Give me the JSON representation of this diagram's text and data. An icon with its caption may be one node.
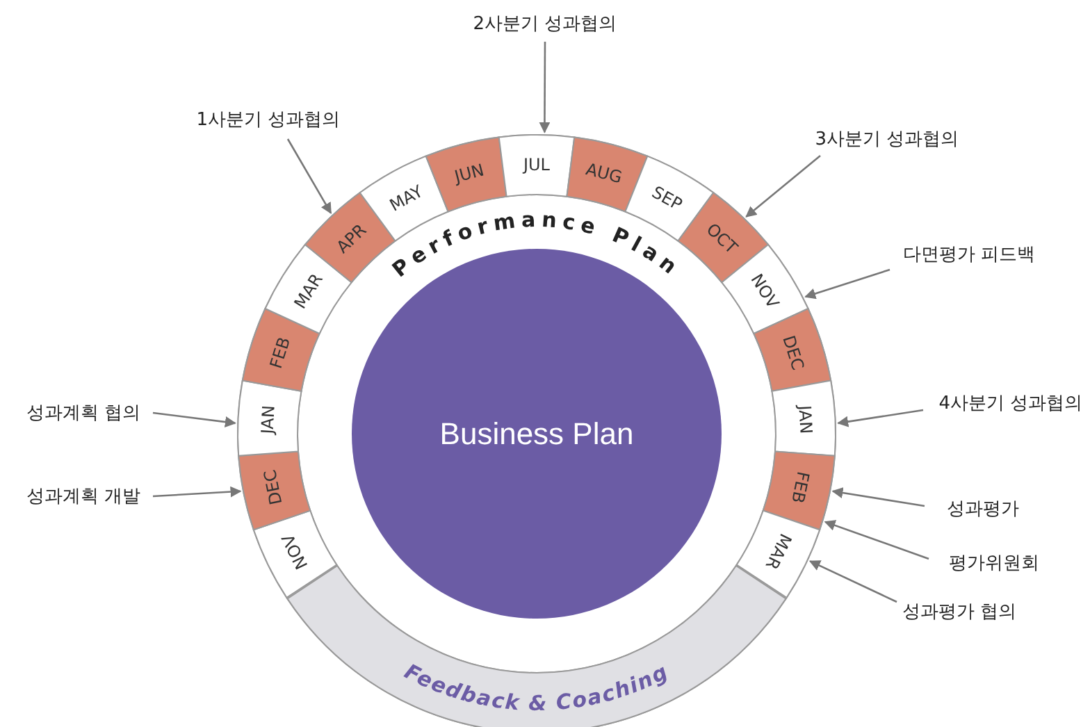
{
  "diagram": {
    "nodes": [
      {
        "text": [
          "NOV"
        ]
      },
      {
        "text": [
          "DEC"
        ]
      },
      {
        "text": [
          "JAN"
        ]
      },
      {
        "text": [
          "FEB"
        ]
      },
      {
        "text": [
          "MAR"
        ]
      },
      {
        "text": [
          "APR"
        ]
      },
      {
        "text": [
          "MAY"
        ]
      },
      {
        "text": [
          "JUN"
        ]
      },
      {
        "text": [
          "JUL"
        ]
      },
      {
        "text": [
          "AUG"
        ]
      },
      {
        "text": [
          "SEP"
        ]
      },
      {
        "text": [
          "OCT"
        ]
      },
      {
        "text": [
          "NOV"
        ]
      },
      {
        "text": [
          "DEC"
        ]
      },
      {
        "text": [
          "JAN"
        ]
      },
      {
        "text": [
          "FEB"
        ]
      },
      {
        "text": [
          "MAR"
        ]
      },
      {
        "text": [
          "Business Plan"
        ]
      },
      {
        "text": [
          "Feedback & Coaching"
        ]
      },
      {
        "text": [
          "2사분기 성과협의"
        ]
      },
      {
        "text": [
          "1사분기 성과협의"
        ]
      },
      {
        "text": [
          "3사분기 성과협의"
        ]
      },
      {
        "text": [
          "다면평가 피드백"
        ]
      },
      {
        "text": [
          "4사분기 성과협의"
        ]
      },
      {
        "text": [
          "성과계획 협의"
        ]
      },
      {
        "text": [
          "성과계획 개발"
        ]
      },
      {
        "text": [
          "성과평가"
        ]
      },
      {
        "text": [
          "평가위원회"
        ]
      },
      {
        "text": [
          "성과평가 협의"
        ]
      }
    ],
    "edges": [
      {
        "from": 19,
        "to": 8,
        "arrow": "to"
      },
      {
        "from": 20,
        "to": 5,
        "arrow": "to"
      },
      {
        "from": 21,
        "to": 11,
        "arrow": "to"
      },
      {
        "from": 22,
        "to": 12,
        "arrow": "to"
      },
      {
        "from": 23,
        "to": 14,
        "arrow": "to"
      },
      {
        "from": 24,
        "to": 2,
        "arrow": "to"
      },
      {
        "from": 25,
        "to": 1,
        "arrow": "to"
      },
      {
        "from": 26,
        "to": 15,
        "arrow": "to"
      },
      {
        "from": 27,
        "to": 15,
        "arrow": "to"
      },
      {
        "from": 28,
        "to": 16,
        "arrow": "to"
      }
    ],
    "labels": [
      "Performance Plan"
    ]
  }
}
